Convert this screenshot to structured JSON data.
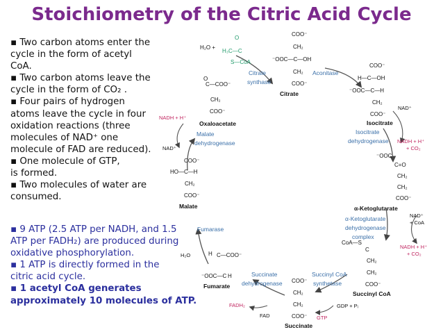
{
  "title": "Stoichiometry of the Citric Acid Cycle",
  "bullets_top": [
    [
      "▪ Two carbon atoms enter the",
      "cycle in the form of acetyl",
      "CoA."
    ],
    [
      "▪ Two carbon atoms leave the",
      "cycle in the form of CO₂ ."
    ],
    [
      "▪ Four pairs of hydrogen",
      "atoms leave the cycle in four",
      "oxidation reactions (three",
      "molecules of NAD⁺ one",
      "molecule of FAD are reduced)."
    ],
    [
      "▪ One molecule of GTP,",
      "is formed."
    ],
    [
      "▪ Two molecules of water are",
      "consumed."
    ]
  ],
  "bullets_bottom": [
    [
      "▪ 9 ATP (2.5 ATP per NADH, and 1.5",
      "ATP per FADH₂) are produced during",
      "oxidative phosphorylation."
    ],
    [
      "▪ 1 ATP is directly formed in the",
      "citric acid cycle."
    ],
    [
      "▪ 1 acetyl CoA generates",
      "approximately 10 molecules of ATP."
    ]
  ],
  "diagram": {
    "compounds": {
      "citrate": "Citrate",
      "isocitrate": "Isocitrate",
      "akg": "α-Ketoglutarate",
      "succinyl_coa": "Succinyl CoA",
      "succinate": "Succinate",
      "fumarate": "Fumarate",
      "malate": "Malate",
      "oxaloacetate": "Oxaloacetate"
    },
    "enzymes": {
      "citrate_synthase": [
        "Citrate",
        "synthase"
      ],
      "aconitase": "Aconitase",
      "isocitrate_dh": [
        "Isocitrate",
        "dehydrogenase"
      ],
      "akg_dh": [
        "α-Ketoglutarate",
        "dehydrogenase",
        "complex"
      ],
      "succinyl_coa_synthetase": [
        "Succinyl CoA",
        "synthetase"
      ],
      "succinate_dh": [
        "Succinate",
        "dehydrogenase"
      ],
      "fumarase": "Fumarase",
      "malate_dh": [
        "Malate",
        "dehydrogenase"
      ]
    },
    "cofactors": {
      "h2o_in": "H₂O +",
      "nadh_isocitrate": "NADH + H⁺",
      "co2_isocitrate": "+ CO₂",
      "nad_isocitrate": "NAD⁺",
      "nad_akg": "NAD⁺",
      "coa_akg": "+ CoA",
      "nadh_akg": "NADH + H⁺",
      "co2_akg": "+ CO₂",
      "coa_s": "CoA—S",
      "gdp_pi": "GDP + Pᵢ",
      "gtp": "GTP",
      "fadh2": "FADH₂",
      "fad": "FAD",
      "h2o_fumarase": "H₂O",
      "nadh_malate": "NADH + H⁺",
      "nad_malate": "NAD⁺"
    },
    "colors": {
      "title": "#7b2a8d",
      "enzyme": "#3a6fa8",
      "cofactor_red": "#c0245f",
      "acetyl_green": "#1f9a6a",
      "arrow": "#444444"
    }
  }
}
